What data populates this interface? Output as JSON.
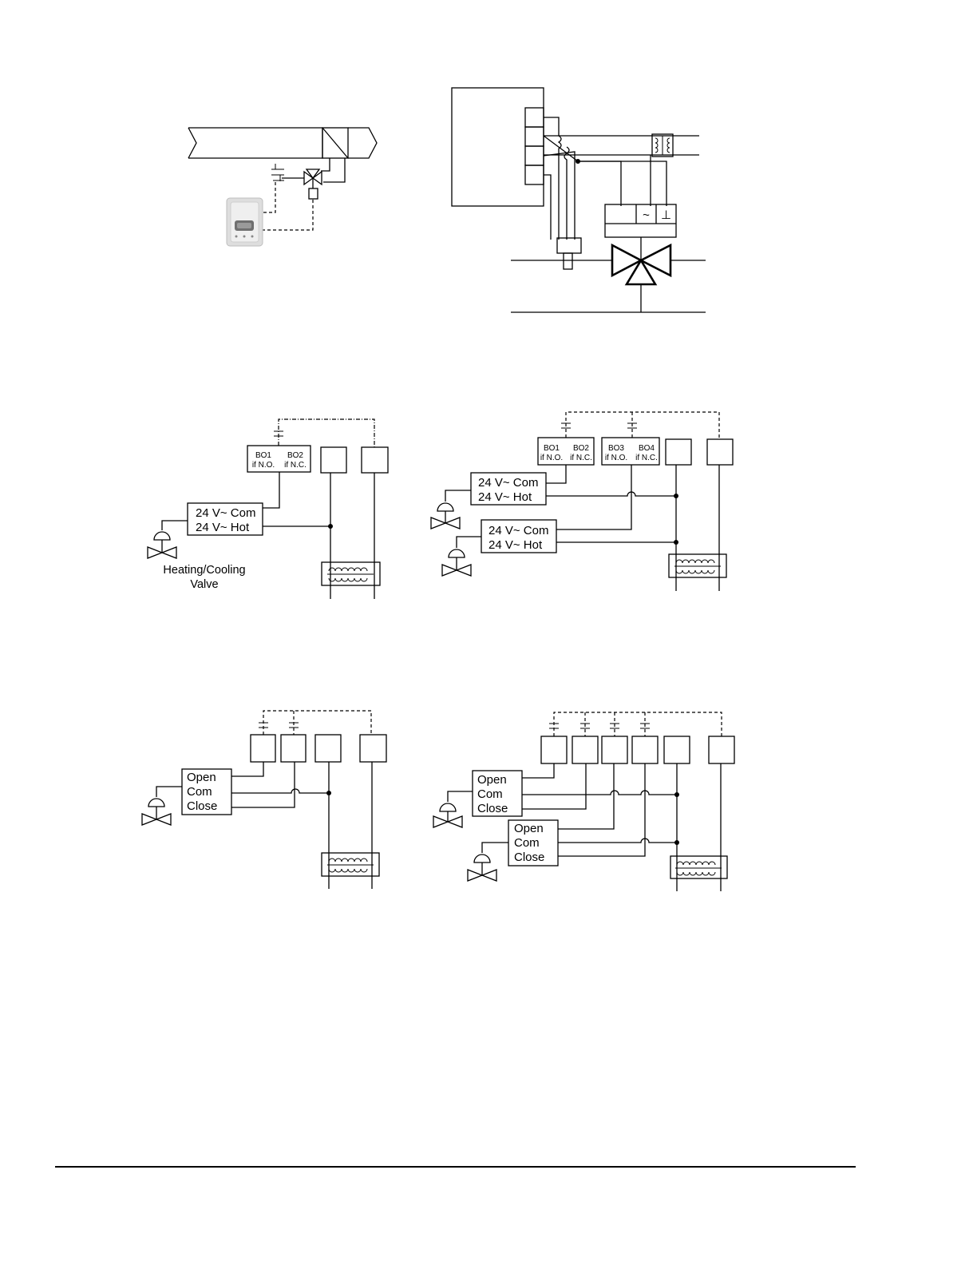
{
  "diagram_top_right": {
    "actuator_symbols": [
      "~",
      "⊥"
    ]
  },
  "diagram_mid_left": {
    "binary_outputs": {
      "bo1": "BO1",
      "bo1_cond": "if N.O.",
      "bo2": "BO2",
      "bo2_cond": "if N.C."
    },
    "valve_terminals": {
      "com": "24 V~ Com",
      "hot": "24 V~ Hot"
    },
    "valve_caption_line1": "Heating/Cooling",
    "valve_caption_line2": "Valve"
  },
  "diagram_mid_right": {
    "binary_outputs": {
      "bo1": "BO1",
      "bo1_cond": "if N.O.",
      "bo2": "BO2",
      "bo2_cond": "if N.C.",
      "bo3": "BO3",
      "bo3_cond": "if N.O.",
      "bo4": "BO4",
      "bo4_cond": "if N.C."
    },
    "valve1_terminals": {
      "com": "24 V~ Com",
      "hot": "24 V~ Hot"
    },
    "valve2_terminals": {
      "com": "24 V~ Com",
      "hot": "24 V~ Hot"
    }
  },
  "diagram_bottom_left": {
    "valve_terminals": {
      "open": "Open",
      "com": "Com",
      "close": "Close"
    }
  },
  "diagram_bottom_right": {
    "valve1_terminals": {
      "open": "Open",
      "com": "Com",
      "close": "Close"
    },
    "valve2_terminals": {
      "open": "Open",
      "com": "Com",
      "close": "Close"
    }
  }
}
